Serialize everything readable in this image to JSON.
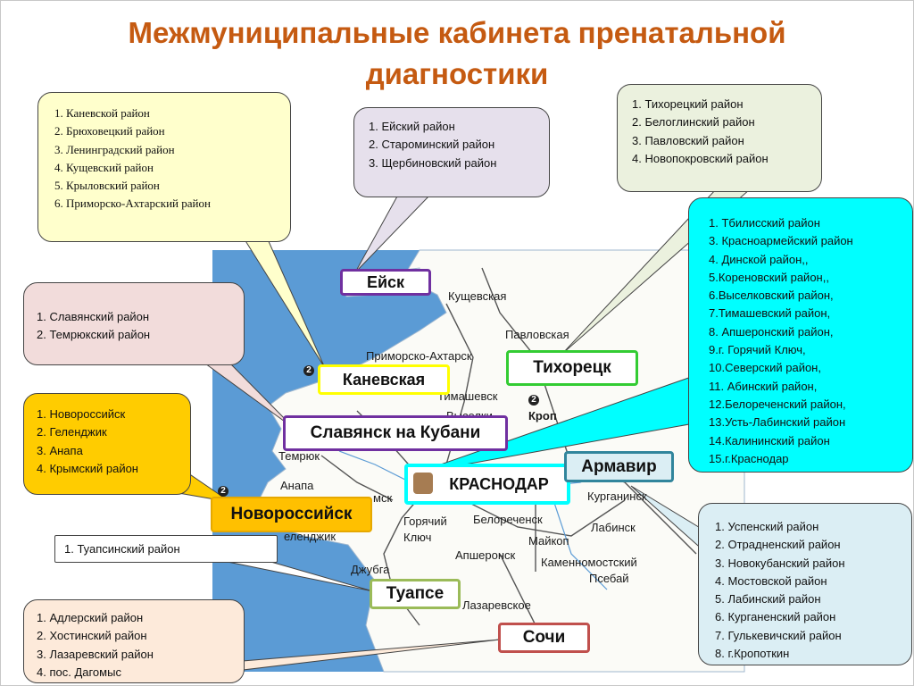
{
  "title": "Межмуниципальные кабинета пренатальной диагностики",
  "map": {
    "labels": {
      "kushchevskaya": "Кущевская",
      "pavlovskaya": "Павловская",
      "primorsko_akhtarsk": "Приморско-Ахтарск",
      "timashevsk": "Тимашевск",
      "vyselki": "Выселки",
      "kropotkin": "Кроп",
      "temryuk": "Темрюк",
      "anapa": "Анапа",
      "krymsk": "мск",
      "gelendzhik": "еленджик",
      "goryachiy": "Горячий",
      "klyuch": "Ключ",
      "belorechensk": "Белореченск",
      "maykop": "Майкоп",
      "apsheronsk": "Апшеронск",
      "dzhubga": "Джубга",
      "kamennomostskiy": "Каменномостский",
      "lazarevskoe": "Лазаревское",
      "psebay": "Псебай",
      "labinsk": "Лабинск",
      "kurganinsk": "Курганинск"
    }
  },
  "centers": {
    "yeysk": "Ейск",
    "kanevskaya": "Каневская",
    "slavyansk": "Славянск на Кубани",
    "tikhoretsk": "Тихорецк",
    "krasnodar": "КРАСНОДАР",
    "armavir": "Армавир",
    "novorossiysk": "Новороссийск",
    "tuapse": "Туапсе",
    "sochi": "Сочи"
  },
  "boxes": {
    "kanevskaya": [
      "1. Каневской район",
      "2. Брюховецкий район",
      "3. Ленинградский район",
      "4. Кущевский район",
      "5. Крыловский район",
      "6. Приморско-Ахтарский район"
    ],
    "yeysk": [
      "1. Ейский район",
      "2. Староминский район",
      "3. Щербиновский район"
    ],
    "tikhoretsk": [
      "1. Тихорецкий район",
      "2. Белоглинский район",
      "3. Павловский район",
      "4. Новопокровский район"
    ],
    "krasnodar": [
      "1. Тбилисский район",
      "3. Красноармейский район",
      "4. Динской район,,",
      "5.Кореновский район,,",
      "6.Выселковский район,",
      "7.Тимашевский район,",
      "8. Апшеронский район,",
      "9.г. Горячий Ключ,",
      "10.Северский район,",
      "11. Абинский район,",
      "12.Белореченский район,",
      "13.Усть-Лабинский район",
      "14.Калининский район",
      "15.г.Краснодар"
    ],
    "slavyansk": [
      "1.   Славянский район",
      "2.    Темрюкский район"
    ],
    "novorossiysk": [
      "1. Новороссийск",
      "2. Геленджик",
      "3. Анапа",
      "4. Крымский район"
    ],
    "tuapse": [
      "1. Туапсинский район"
    ],
    "sochi": [
      "1.       Адлерский район",
      "2.       Хостинский район",
      "3.       Лазаревский район",
      "4.       пос. Дагомыс"
    ],
    "armavir": [
      "1. Успенский район",
      "2. Отрадненский район",
      "3. Новокубанский район",
      "4. Мостовской район",
      "5. Лабинский район",
      "6. Курганенский район",
      "7. Гулькевичский район",
      "8. г.Кропоткин"
    ]
  },
  "markers": {
    "two": "2"
  },
  "colors": {
    "title": "#c55a11",
    "sea": "#5b9bd5",
    "land": "#fbfbf7",
    "box_kanevskaya": "#ffffcc",
    "box_yeysk": "#e6e0ec",
    "box_tikhoretsk": "#ebf1de",
    "box_krasnodar": "#00ffff",
    "box_slavyansk": "#f2dcdb",
    "box_novorossiysk": "#ffcc00",
    "box_tuapse": "#ffffff",
    "box_sochi": "#fdeada",
    "box_armavir": "#dbeef4"
  }
}
